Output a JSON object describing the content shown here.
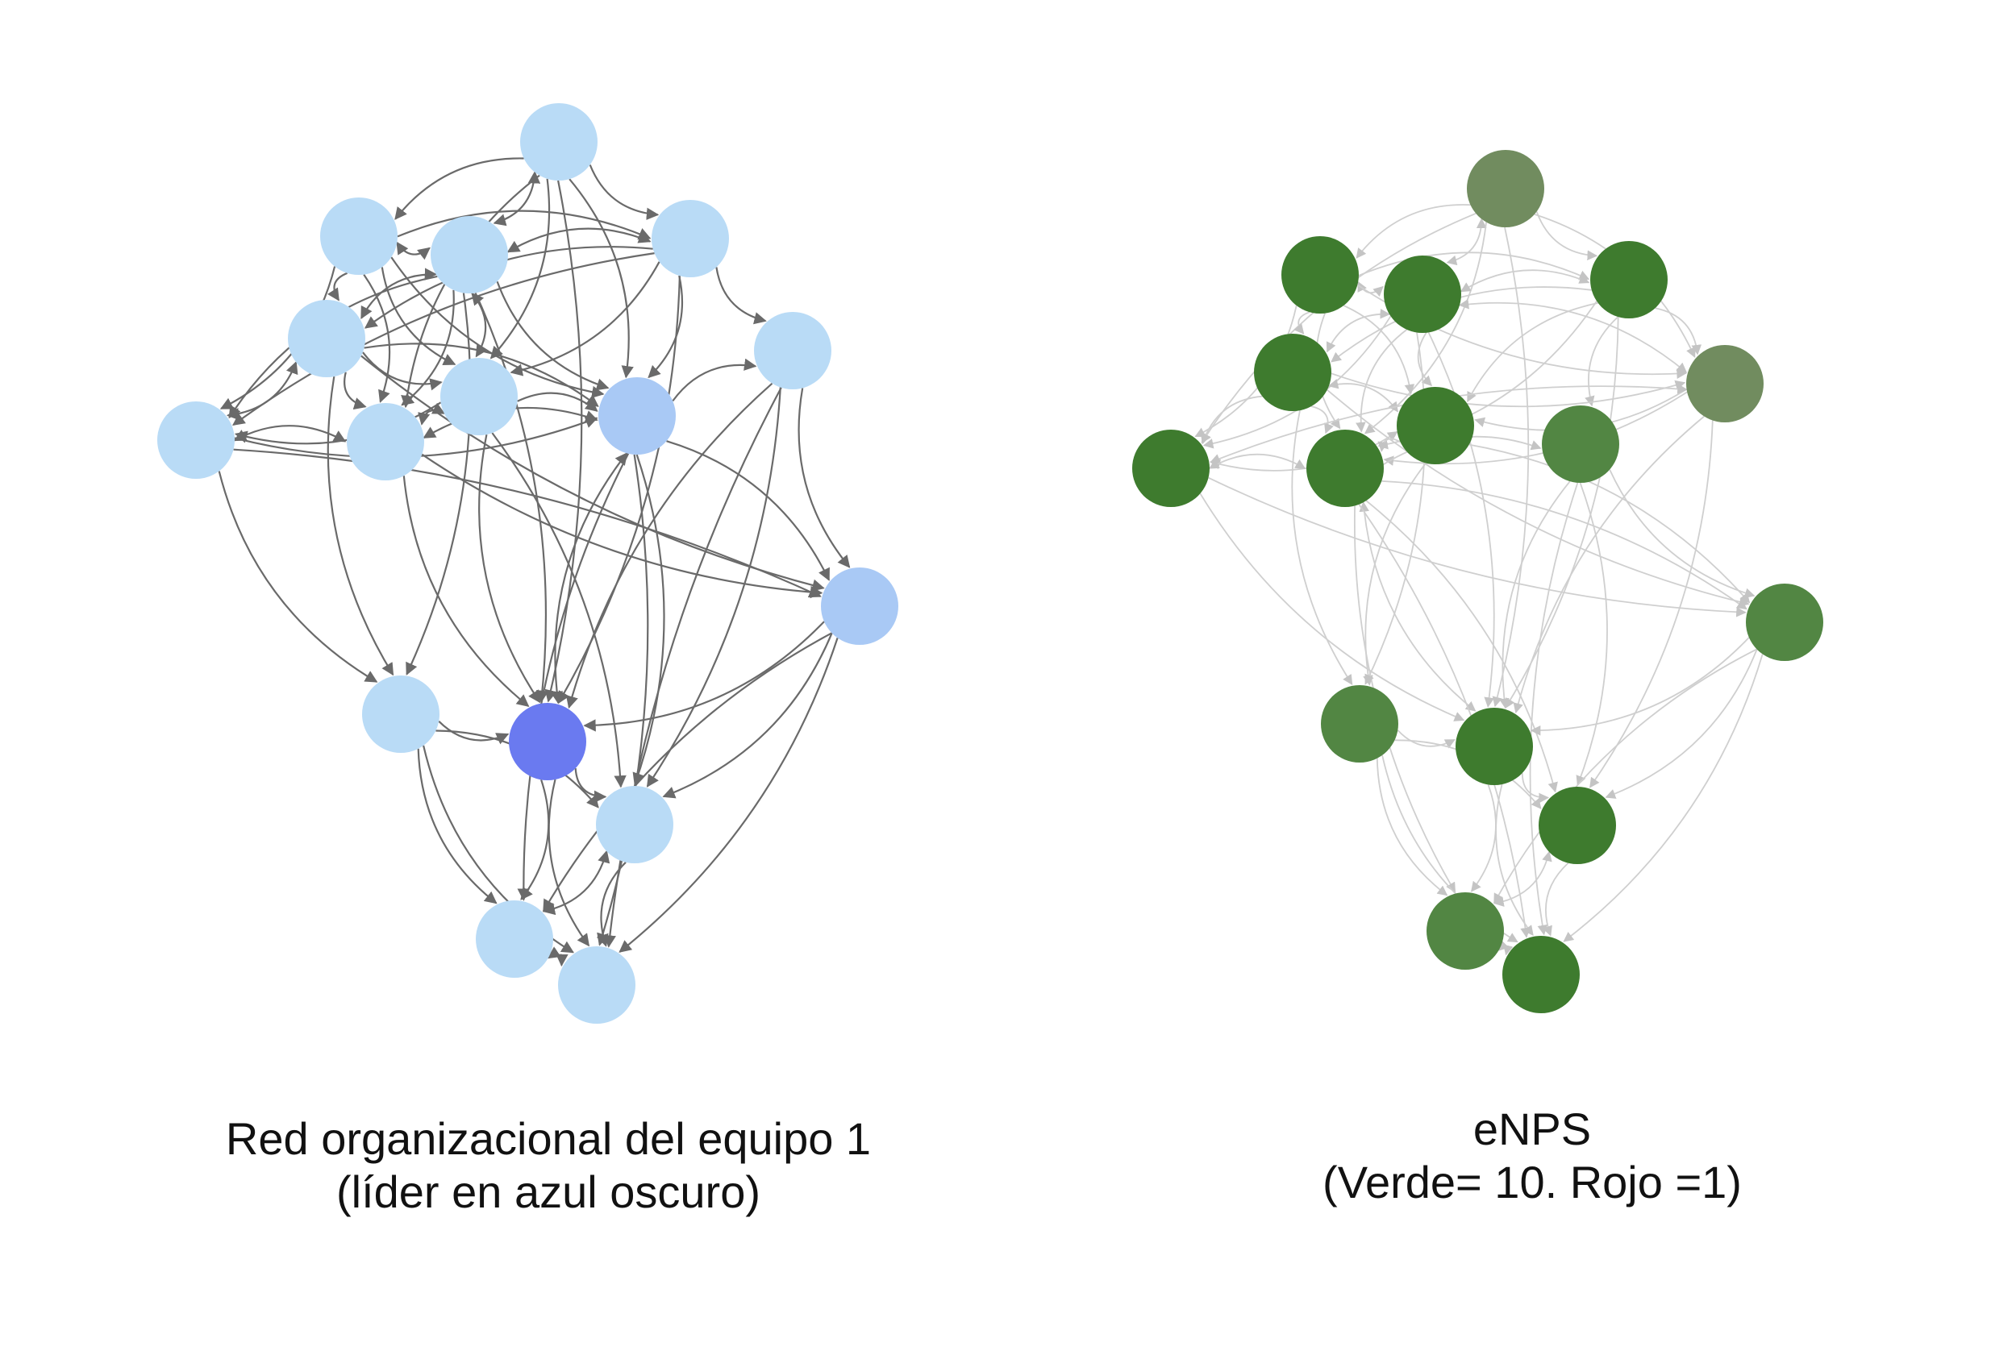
{
  "captions": {
    "left": {
      "line1": "Red organizacional del equipo 1",
      "line2": "(líder en azul oscuro)"
    },
    "right": {
      "line1": "eNPS",
      "line2": "(Verde= 10. Rojo =1)"
    }
  },
  "colors": {
    "member": "#b9dbf6",
    "highlight": "#a9c9f5",
    "leader": "#6a7af0",
    "edge_left": "#6a6a6a",
    "edge_right": "#cfcfcf",
    "score_dark_green": "#3e7b2e",
    "score_mid_green": "#528643",
    "score_olive_green": "#718c5f"
  },
  "networks": {
    "left": {
      "nodes": [
        {
          "id": "n1",
          "role": "member"
        },
        {
          "id": "n2",
          "role": "member"
        },
        {
          "id": "n3",
          "role": "member"
        },
        {
          "id": "n4",
          "role": "member"
        },
        {
          "id": "n5",
          "role": "member"
        },
        {
          "id": "n6",
          "role": "member"
        },
        {
          "id": "n7",
          "role": "member"
        },
        {
          "id": "n8",
          "role": "member"
        },
        {
          "id": "n9",
          "role": "highlight"
        },
        {
          "id": "n10",
          "role": "member"
        },
        {
          "id": "n11",
          "role": "highlight"
        },
        {
          "id": "n12",
          "role": "member"
        },
        {
          "id": "n13",
          "role": "leader"
        },
        {
          "id": "n14",
          "role": "member"
        },
        {
          "id": "n15",
          "role": "member"
        },
        {
          "id": "n16",
          "role": "member"
        }
      ]
    },
    "right": {
      "nodes": [
        {
          "id": "g1",
          "score_color": "score_olive_green"
        },
        {
          "id": "g2",
          "score_color": "score_dark_green"
        },
        {
          "id": "g3",
          "score_color": "score_dark_green"
        },
        {
          "id": "g4",
          "score_color": "score_dark_green"
        },
        {
          "id": "g5",
          "score_color": "score_dark_green"
        },
        {
          "id": "g6",
          "score_color": "score_olive_green"
        },
        {
          "id": "g7",
          "score_color": "score_dark_green"
        },
        {
          "id": "g8",
          "score_color": "score_dark_green"
        },
        {
          "id": "g9",
          "score_color": "score_dark_green"
        },
        {
          "id": "g10",
          "score_color": "score_mid_green"
        },
        {
          "id": "g11",
          "score_color": "score_mid_green"
        },
        {
          "id": "g12",
          "score_color": "score_mid_green"
        },
        {
          "id": "g13",
          "score_color": "score_dark_green"
        },
        {
          "id": "g14",
          "score_color": "score_dark_green"
        },
        {
          "id": "g15",
          "score_color": "score_mid_green"
        },
        {
          "id": "g16",
          "score_color": "score_dark_green"
        }
      ]
    }
  }
}
